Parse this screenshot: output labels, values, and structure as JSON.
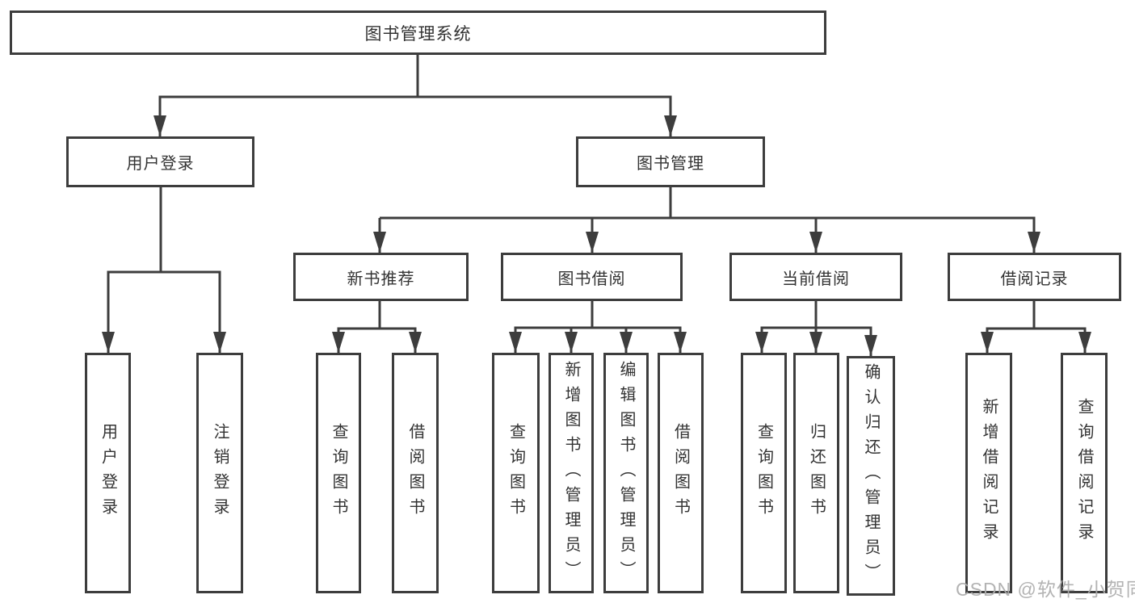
{
  "colors": {
    "line": "#3d3d3d",
    "text": "#333333",
    "background": "#ffffff",
    "watermark": "#acacac"
  },
  "diagram_type": "hierarchy-tree",
  "tree": {
    "root": {
      "label": "图书管理系统"
    },
    "branches": [
      {
        "label": "用户登录",
        "children": [
          {
            "label": "用户登录"
          },
          {
            "label": "注销登录"
          }
        ]
      },
      {
        "label": "图书管理",
        "children": [
          {
            "label": "新书推荐",
            "children": [
              {
                "label": "查询图书"
              },
              {
                "label": "借阅图书"
              }
            ]
          },
          {
            "label": "图书借阅",
            "children": [
              {
                "label": "查询图书"
              },
              {
                "label": "新增图书（管理员）"
              },
              {
                "label": "编辑图书（管理员）"
              },
              {
                "label": "借阅图书"
              }
            ]
          },
          {
            "label": "当前借阅",
            "children": [
              {
                "label": "查询图书"
              },
              {
                "label": "归还图书"
              },
              {
                "label": "确认归还（管理员）"
              }
            ]
          },
          {
            "label": "借阅记录",
            "children": [
              {
                "label": "新增借阅记录"
              },
              {
                "label": "查询借阅记录"
              }
            ]
          }
        ]
      }
    ]
  },
  "watermark": "CSDN @软件_小贺同学"
}
